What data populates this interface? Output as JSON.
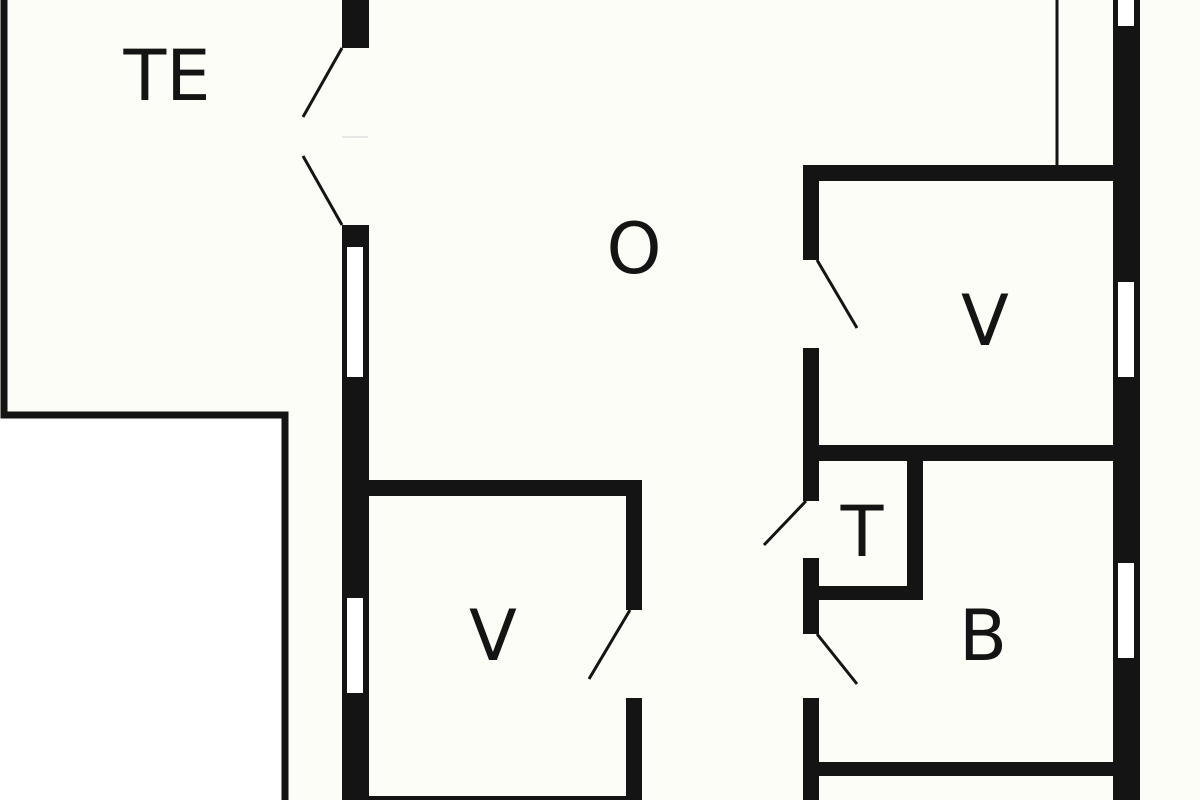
{
  "colors": {
    "floor": "#fdfdf8",
    "wall": "#141414",
    "outside": "#ffffff",
    "window_glass": "#ffffff"
  },
  "rooms": {
    "terrace": {
      "label": "TE"
    },
    "living": {
      "label": "O"
    },
    "bedroom_right": {
      "label": "V"
    },
    "toilet": {
      "label": "T"
    },
    "bathroom": {
      "label": "B"
    },
    "bedroom_left": {
      "label": "V"
    }
  }
}
